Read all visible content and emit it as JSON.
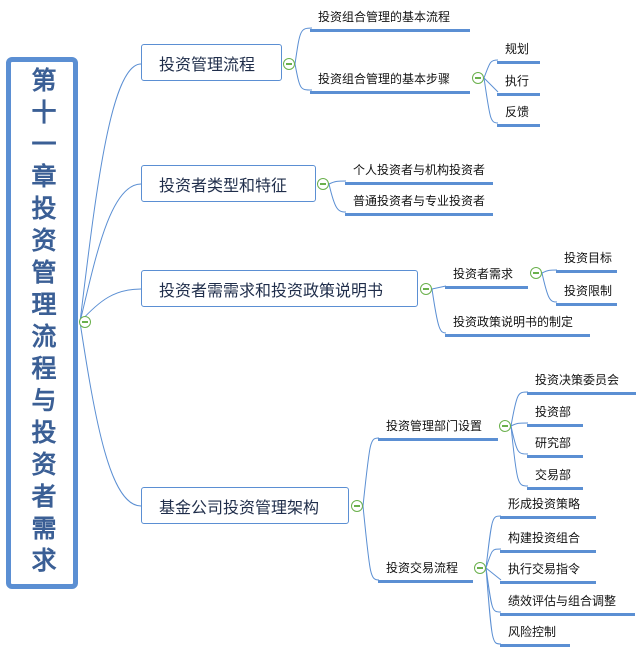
{
  "root": {
    "title": "第十一章投资管理流程与投资者需求"
  },
  "branches": [
    {
      "label": "投资管理流程",
      "children": [
        {
          "label": "投资组合管理的基本流程"
        },
        {
          "label": "投资组合管理的基本步骤",
          "children": [
            {
              "label": "规划"
            },
            {
              "label": "执行"
            },
            {
              "label": "反馈"
            }
          ]
        }
      ]
    },
    {
      "label": "投资者类型和特征",
      "children": [
        {
          "label": "个人投资者与机构投资者"
        },
        {
          "label": "普通投资者与专业投资者"
        }
      ]
    },
    {
      "label": "投资者需需求和投资政策说明书",
      "children": [
        {
          "label": "投资者需求",
          "children": [
            {
              "label": "投资目标"
            },
            {
              "label": "投资限制"
            }
          ]
        },
        {
          "label": "投资政策说明书的制定"
        }
      ]
    },
    {
      "label": "基金公司投资管理架构",
      "children": [
        {
          "label": "投资管理部门设置",
          "children": [
            {
              "label": "投资决策委员会"
            },
            {
              "label": "投资部"
            },
            {
              "label": "研究部"
            },
            {
              "label": "交易部"
            }
          ]
        },
        {
          "label": "投资交易流程",
          "children": [
            {
              "label": "形成投资策略"
            },
            {
              "label": "构建投资组合"
            },
            {
              "label": "执行交易指令"
            },
            {
              "label": "绩效评估与组合调整"
            },
            {
              "label": "风险控制"
            }
          ]
        }
      ]
    }
  ],
  "colors": {
    "accent": "#5b8fd3",
    "toggle": "#6ab04c",
    "root_text": "#3b5f95"
  }
}
